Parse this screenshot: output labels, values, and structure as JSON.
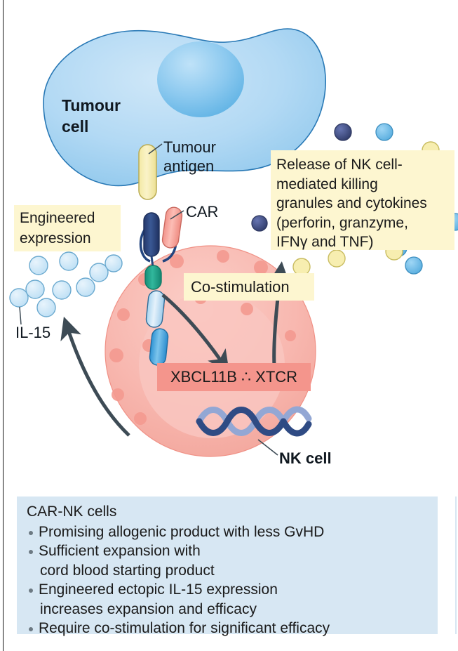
{
  "figure": {
    "title": "CAR-NK cell mechanism diagram",
    "colors": {
      "tumour_cell_fill": "#a8d4f0",
      "tumour_cell_stroke": "#2878b5",
      "nk_cell_fill": "#f7b3ac",
      "nk_nucleus_fill": "#f8c4bd",
      "granule_fill": "#f49a90",
      "callout_yellow": "#fdf6d0",
      "callout_pink": "#f4958c",
      "callout_blue": "#d7e7f3",
      "arrow": "#3d4b55",
      "il15_dot": "#bfe0f5",
      "cytokine_yellow": "#f7eeb0",
      "cytokine_blue": "#49a9dd",
      "cytokine_navy": "#3f4f8f",
      "antigen_fill": "#f5edae",
      "car_head_navy": "#2f4b84",
      "car_head_salmon": "#f4a39b",
      "car_green": "#22a08a",
      "car_lightblue": "#cfe7f7",
      "car_blue": "#3fa3e0",
      "dna_dark": "#2f4b84",
      "dna_light": "#93a7d4"
    }
  },
  "labels": {
    "tumour_cell": "Tumour\ncell",
    "tumour_antigen": "Tumour\nantigen",
    "car": "CAR",
    "il15": "IL-15",
    "nk_cell": "NK cell"
  },
  "callouts": {
    "engineered_expression": "Engineered\nexpression",
    "release": "Release of NK cell-\nmediated killing\ngranules and cytokines\n(perforin, granzyme,\nIFNγ and TNF)",
    "costimulation": "Co-stimulation",
    "signalling_box": "XBCL11B ∴ XTCR"
  },
  "summary": {
    "heading": "CAR-NK cells",
    "bullets": [
      {
        "line1": "Promising allogenic product with less GvHD",
        "line2": ""
      },
      {
        "line1": "Sufficient expansion with",
        "line2": "cord blood starting product"
      },
      {
        "line1": "Engineered ectopic IL-15 expression",
        "line2": "increases expansion and efficacy"
      },
      {
        "line1": "Require co-stimulation for significant efficacy",
        "line2": ""
      }
    ]
  },
  "chart_data": {
    "type": "diagram",
    "title": "CAR-NK cell mechanism of action",
    "elements": [
      {
        "name": "tumour-cell",
        "kind": "cell",
        "label": "Tumour cell",
        "color": "#a8d4f0"
      },
      {
        "name": "tumour-antigen",
        "kind": "receptor",
        "label": "Tumour antigen",
        "color": "#f5edae"
      },
      {
        "name": "car-receptor",
        "kind": "receptor",
        "label": "CAR",
        "color": "#2f4b84"
      },
      {
        "name": "nk-cell",
        "kind": "cell",
        "label": "NK cell",
        "color": "#f7b3ac"
      },
      {
        "name": "il15-cytokines",
        "kind": "molecules",
        "label": "IL-15",
        "count": 9,
        "color": "#bfe0f5"
      },
      {
        "name": "killing-granules",
        "kind": "molecules",
        "label": "Cytokines and granules",
        "count": 8
      },
      {
        "name": "dna-helix",
        "kind": "nucleus-content",
        "label": "DNA"
      }
    ],
    "arrows": [
      {
        "from": "car-receptor",
        "to": "signalling-box",
        "label": "Co-stimulation"
      },
      {
        "from": "nk-cell",
        "to": "killing-granules",
        "label": "Release"
      },
      {
        "from": "nk-cell",
        "to": "il15-cytokines",
        "label": "Engineered expression"
      }
    ]
  }
}
